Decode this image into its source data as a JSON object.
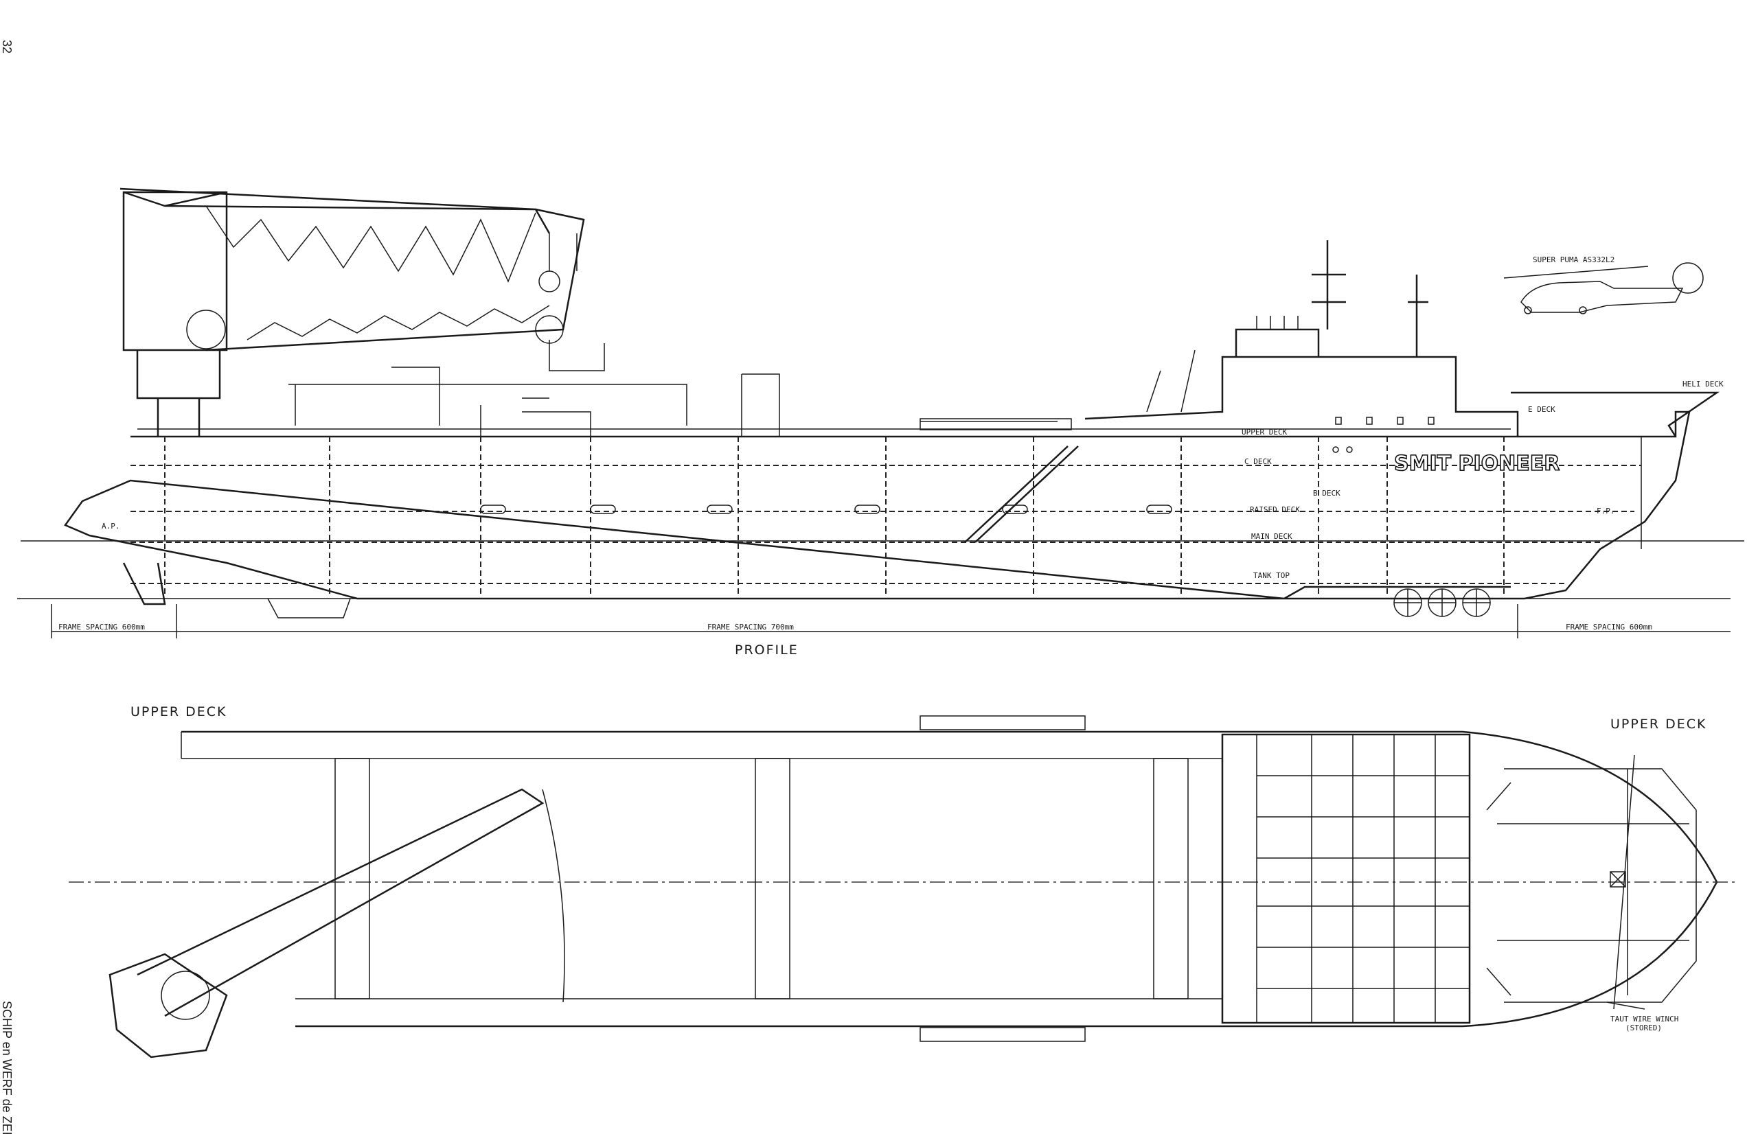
{
  "page": {
    "number": "32",
    "publication": "SCHIP en WERF de ZEE"
  },
  "profile": {
    "title": "PROFILE",
    "ship_name": "SMIT PIONEER",
    "helicopter_label": "SUPER PUMA AS332L2",
    "decks": {
      "heli": "HELI DECK",
      "e": "E DECK",
      "upper": "UPPER DECK",
      "c": "C DECK",
      "b": "B DECK",
      "raised": "RAISED DECK",
      "main": "MAIN DECK",
      "tank_top": "TANK TOP"
    },
    "ap": "A.P.",
    "fp": "F.P.",
    "frame_spacing": {
      "aft": "FRAME SPACING 600mm",
      "mid": "FRAME SPACING 700mm",
      "fwd": "FRAME SPACING 600mm"
    }
  },
  "plan": {
    "title_left": "UPPER DECK",
    "title_right": "UPPER DECK",
    "winch_label": "TAUT WIRE WINCH",
    "winch_note": "(STORED)"
  }
}
